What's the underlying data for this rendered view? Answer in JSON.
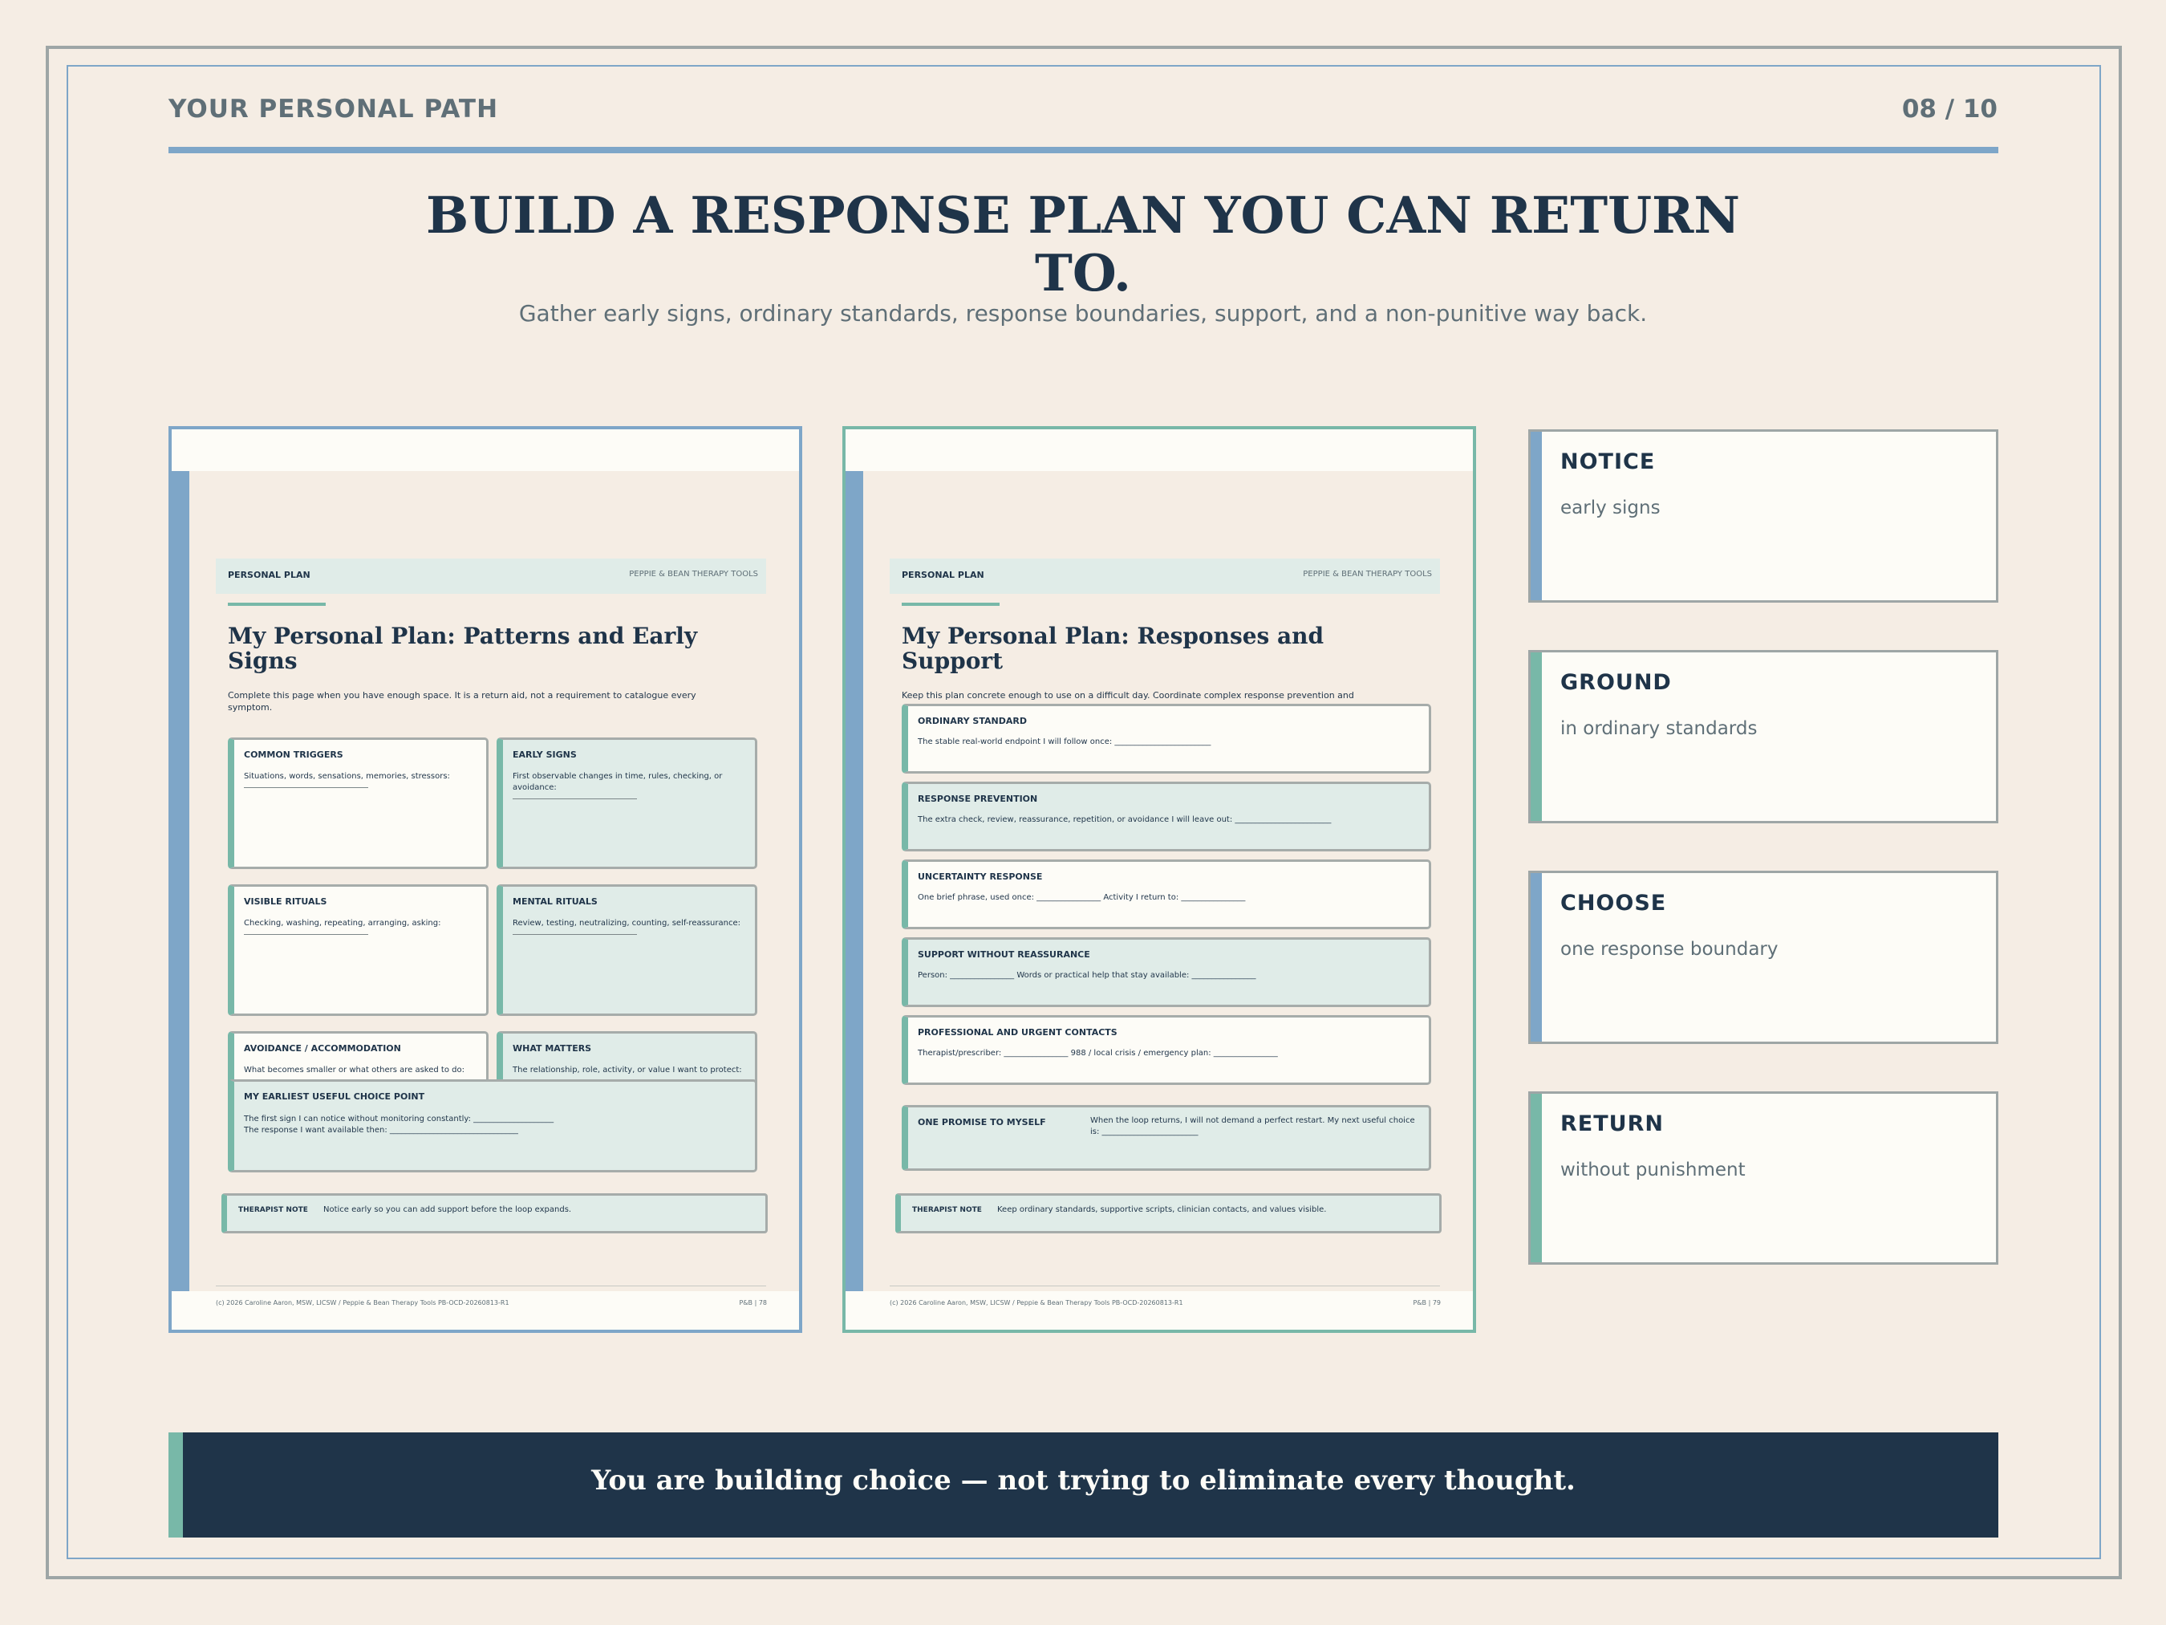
{
  "header": {
    "kicker": "YOUR PERSONAL PATH",
    "page_counter": "08 / 10",
    "title": "BUILD A RESPONSE PLAN YOU CAN RETURN TO.",
    "subtitle": "Gather early signs, ordinary standards, response boundaries, support, and a non-punitive way back."
  },
  "page_a": {
    "label": "PERSONAL PLAN",
    "brand": "PEPPIE & BEAN THERAPY TOOLS",
    "title": "My Personal Plan: Patterns and Early Signs",
    "intro": "Complete this page when you have enough space. It is a return aid, not a requirement to catalogue every symptom.",
    "boxes": [
      {
        "title": "COMMON TRIGGERS",
        "text": "Situations, words, sensations, memories, stressors:"
      },
      {
        "title": "EARLY SIGNS",
        "text": "First observable changes in time, rules, checking, or avoidance:"
      },
      {
        "title": "VISIBLE RITUALS",
        "text": "Checking, washing, repeating, arranging, asking:"
      },
      {
        "title": "MENTAL RITUALS",
        "text": "Review, testing, neutralizing, counting, self-reassurance:"
      },
      {
        "title": "AVOIDANCE / ACCOMMODATION",
        "text": "What becomes smaller or what others are asked to do:"
      },
      {
        "title": "WHAT MATTERS",
        "text": "The relationship, role, activity, or value I want to protect:"
      }
    ],
    "choice": {
      "title": "MY EARLIEST USEFUL CHOICE POINT",
      "line1": "The first sign I can notice without monitoring constantly: ____________________",
      "line2": "The response I want available then: ________________________________"
    },
    "note": {
      "label": "THERAPIST NOTE",
      "text": "Notice early so you can add support before the loop expands."
    },
    "footer_left": "(c) 2026 Caroline Aaron, MSW, LICSW / Peppie & Bean Therapy Tools    PB-OCD-20260813-R1",
    "footer_right": "P&B | 78"
  },
  "page_b": {
    "label": "PERSONAL PLAN",
    "brand": "PEPPIE & BEAN THERAPY TOOLS",
    "title": "My Personal Plan: Responses and Support",
    "intro": "Keep this plan concrete enough to use on a difficult day. Coordinate complex response prevention and accommodation changes with a clinician.",
    "rows": [
      {
        "title": "ORDINARY STANDARD",
        "text": "The stable real-world endpoint I will follow once: ________________________"
      },
      {
        "title": "RESPONSE PREVENTION",
        "text": "The extra check, review, reassurance, repetition, or avoidance I will leave out: ________________________"
      },
      {
        "title": "UNCERTAINTY RESPONSE",
        "text": "One brief phrase, used once: ________________ Activity I return to: ________________"
      },
      {
        "title": "SUPPORT WITHOUT REASSURANCE",
        "text": "Person: ________________ Words or practical help that stay available: ________________"
      },
      {
        "title": "PROFESSIONAL AND URGENT CONTACTS",
        "text": "Therapist/prescriber: ________________ 988 / local crisis / emergency plan: ________________"
      }
    ],
    "promise": {
      "title": "ONE PROMISE TO MYSELF",
      "text": "When the loop returns, I will not demand a perfect restart. My next useful choice is: ________________________"
    },
    "note": {
      "label": "THERAPIST NOTE",
      "text": "Keep ordinary standards, supportive scripts, clinician contacts, and values visible."
    },
    "footer_left": "(c) 2026 Caroline Aaron, MSW, LICSW / Peppie & Bean Therapy Tools    PB-OCD-20260813-R1",
    "footer_right": "P&B | 79"
  },
  "steps": [
    {
      "title": "NOTICE",
      "desc": "early signs",
      "color": "#7ea6c8"
    },
    {
      "title": "GROUND",
      "desc": "in ordinary standards",
      "color": "#78b8a8"
    },
    {
      "title": "CHOOSE",
      "desc": "one response boundary",
      "color": "#7ea6c8"
    },
    {
      "title": "RETURN",
      "desc": "without punishment",
      "color": "#78b8a8"
    }
  ],
  "banner": "You are building choice — not trying to eliminate every thought.",
  "colors": {
    "navy": "#1f3449",
    "blue": "#7ea6c8",
    "teal": "#78b8a8",
    "paper": "#f5ede4",
    "mint": "#e0ece8"
  }
}
